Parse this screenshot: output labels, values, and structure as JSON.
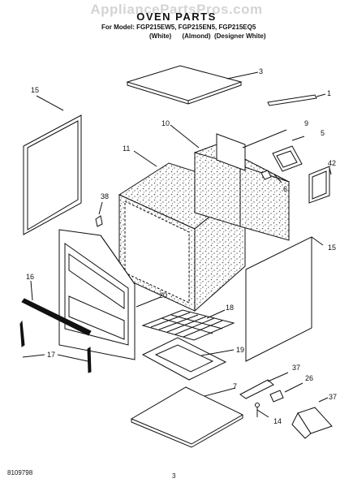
{
  "watermark": "AppliancePartsPros.com",
  "title": "OVEN PARTS",
  "model_line": "For Model: FGP215EW5, FGP215EN5, FGP215EQ5",
  "color_line": "(White)      (Almond)  (Designer White)",
  "callouts": {
    "c1": "1",
    "c3": "3",
    "c5": "5",
    "c6": "6",
    "c7": "7",
    "c9": "9",
    "c10": "10",
    "c11": "11",
    "c14": "14",
    "c15a": "15",
    "c15b": "15",
    "c16": "16",
    "c17": "17",
    "c18": "18",
    "c19": "19",
    "c20": "20",
    "c26": "26",
    "c37a": "37",
    "c37b": "37",
    "c38": "38",
    "c42": "42"
  },
  "doc_number": "8109798",
  "page_number": "3"
}
